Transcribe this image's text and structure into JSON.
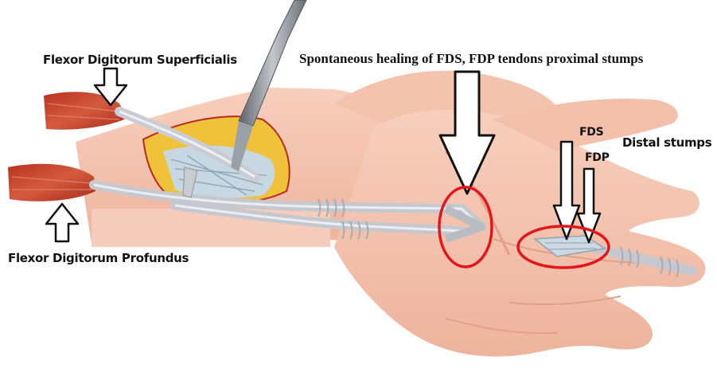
{
  "labels": {
    "flexor_superficialis": "Flexor Digitorum Superficialis",
    "flexor_profundus": "Flexor Digitorum Profundus",
    "spontaneous_healing": "Spontaneous healing of FDS, FDP tendons proximal stumps",
    "fds": "FDS",
    "fdp": "FDP",
    "distal_stumps": "Distal stumps"
  },
  "colors": {
    "skin": "#f4c2ae",
    "skin_shadow": "#e7a892",
    "muscle": "#c8432c",
    "tendon": "#c9ccd2",
    "wound_fat": "#f0c23a",
    "highlight_circle": "#e3161b",
    "forceps": "#8a8f96"
  },
  "icons": [
    "arrow-down-icon",
    "arrow-up-icon",
    "forceps-icon",
    "pulley-icon"
  ]
}
